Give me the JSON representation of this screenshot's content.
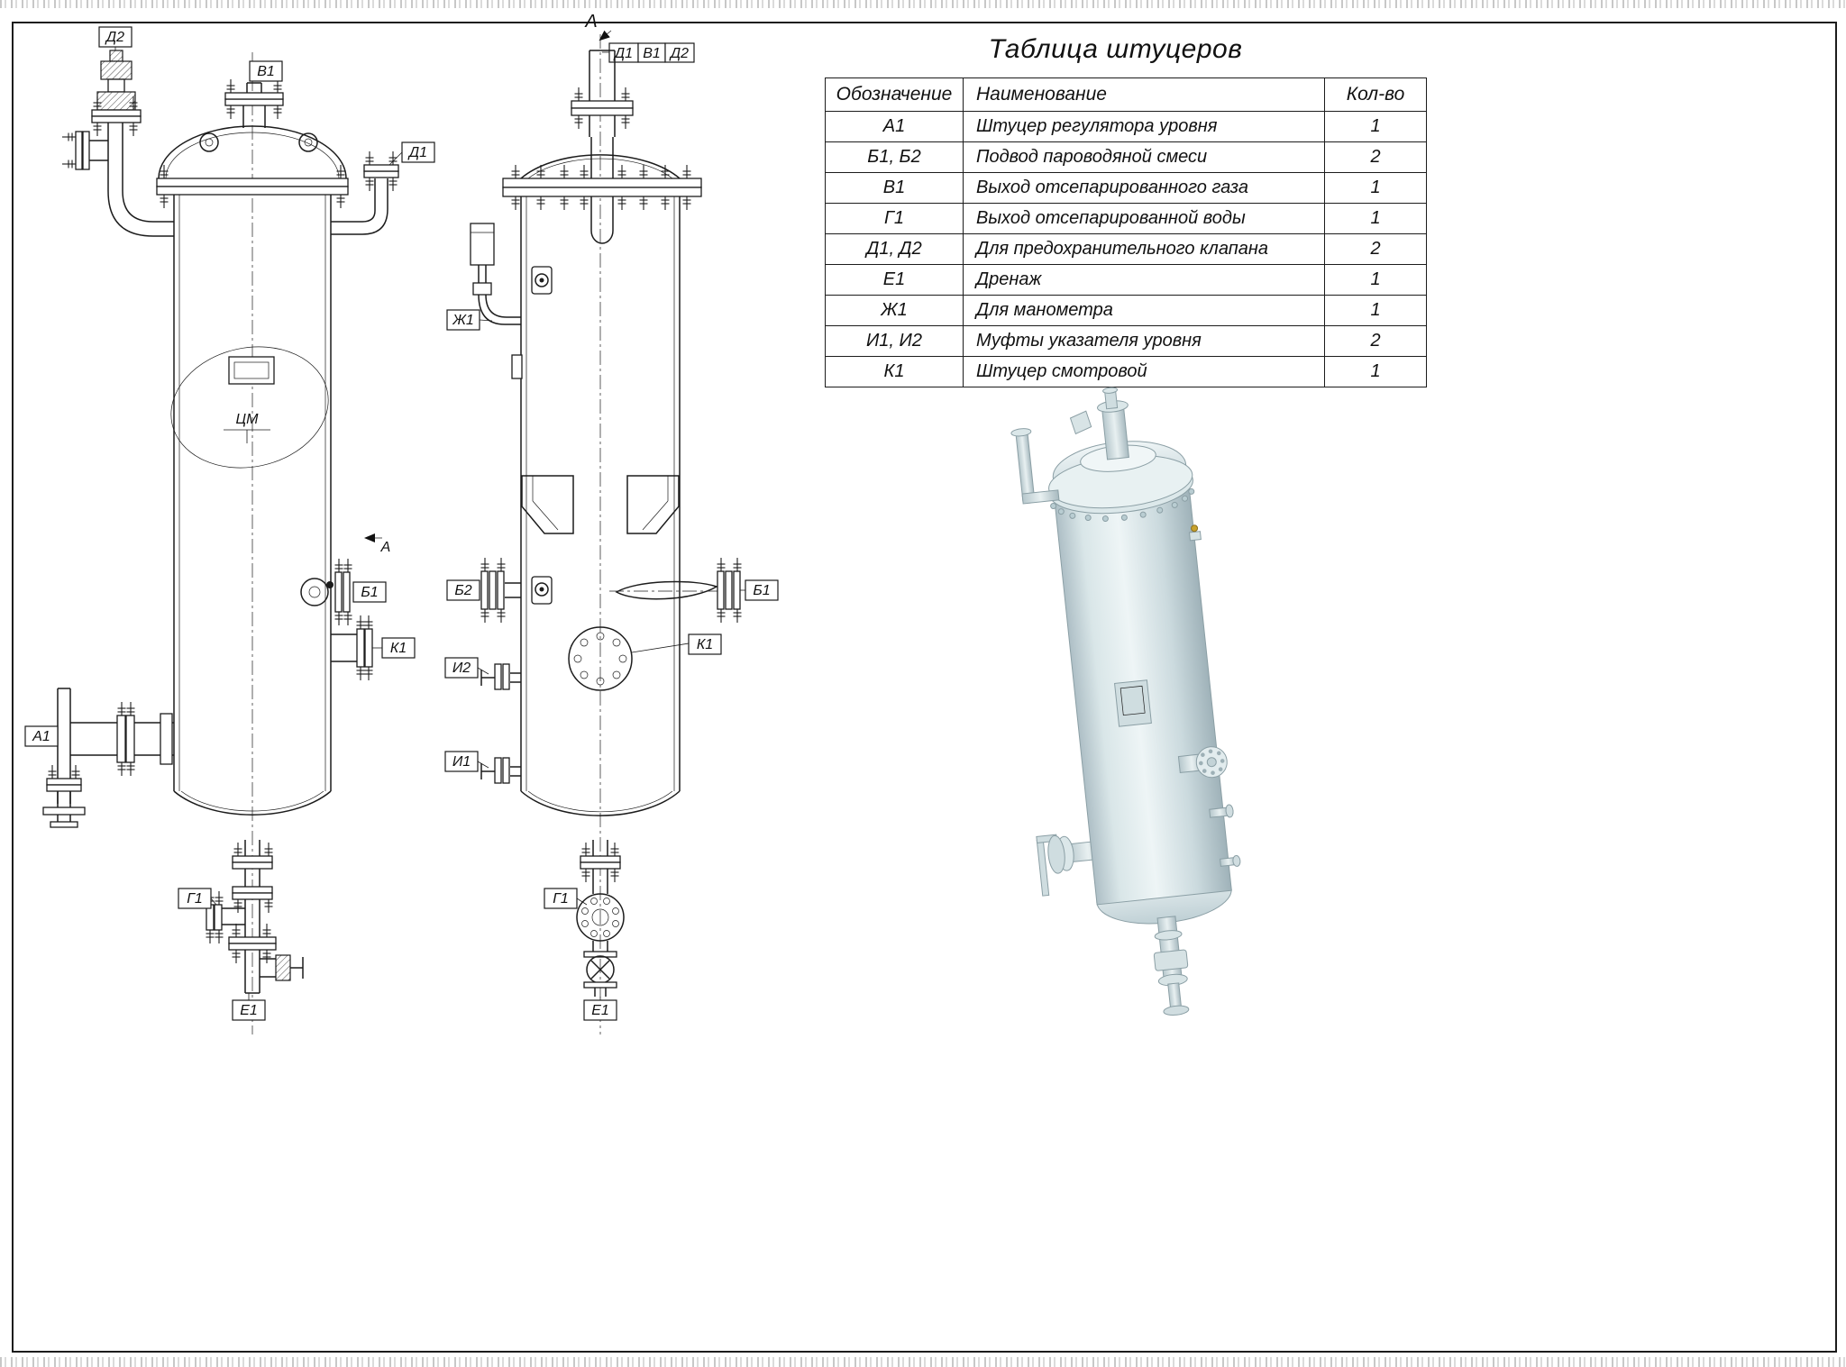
{
  "table": {
    "title": "Таблица штуцеров",
    "headers": [
      "Обозначение",
      "Наименование",
      "Кол-во"
    ],
    "rows": [
      {
        "mark": "А1",
        "name": "Штуцер регулятора уровня",
        "qty": "1"
      },
      {
        "mark": "Б1, Б2",
        "name": "Подвод пароводяной смеси",
        "qty": "2"
      },
      {
        "mark": "В1",
        "name": "Выход отсепарированного газа",
        "qty": "1"
      },
      {
        "mark": "Г1",
        "name": "Выход отсепарированной воды",
        "qty": "1"
      },
      {
        "mark": "Д1, Д2",
        "name": "Для предохранительного клапана",
        "qty": "2"
      },
      {
        "mark": "Е1",
        "name": "Дренаж",
        "qty": "1"
      },
      {
        "mark": "Ж1",
        "name": "Для манометра",
        "qty": "1"
      },
      {
        "mark": "И1, И2",
        "name": "Муфты указателя уровня",
        "qty": "2"
      },
      {
        "mark": "К1",
        "name": "Штуцер смотровой",
        "qty": "1"
      }
    ]
  },
  "labels": {
    "view1": {
      "d2": "Д2",
      "v1": "В1",
      "d1": "Д1",
      "b1": "Б1",
      "k1": "К1",
      "a1": "А1",
      "g1": "Г1",
      "e1": "Е1",
      "cm": "ЦМ",
      "section_a": "А"
    },
    "view2": {
      "section_a": "А",
      "d1": "Д1",
      "v1": "В1",
      "d2": "Д2",
      "zh1": "Ж1",
      "b2": "Б2",
      "b1": "Б1",
      "k1": "К1",
      "i2": "И2",
      "i1": "И1",
      "g1": "Г1",
      "e1": "Е1"
    }
  }
}
